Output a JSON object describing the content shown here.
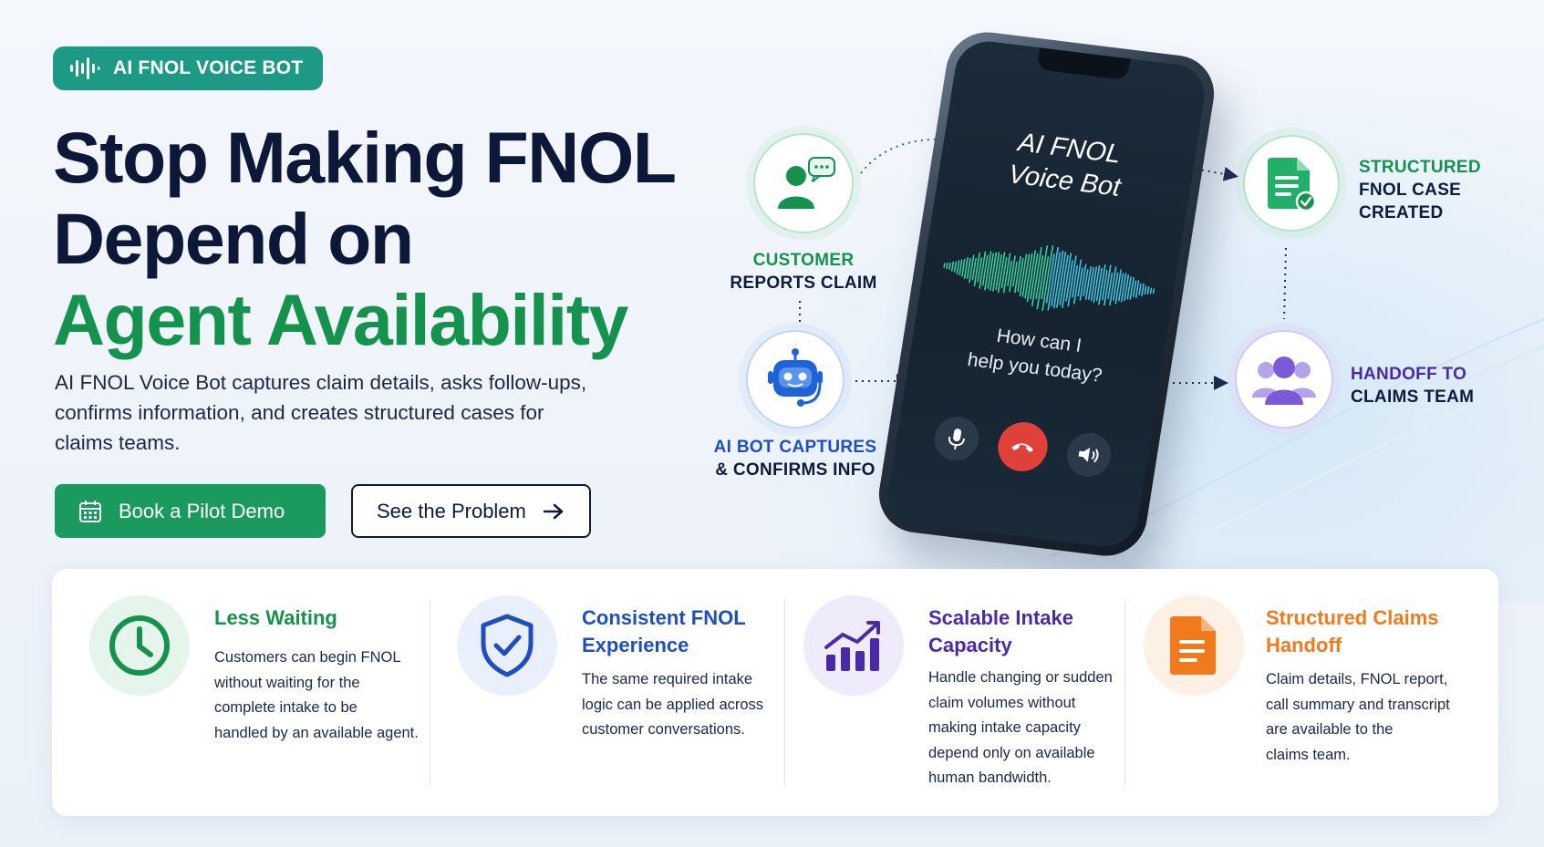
{
  "badge": {
    "label": "AI FNOL VOICE BOT",
    "icon": "voice-wave-icon"
  },
  "headline": {
    "line1": "Stop Making FNOL",
    "line2": "Depend on",
    "line3": "Agent Availability"
  },
  "subtext": {
    "line1": "AI FNOL Voice Bot captures claim details, asks follow-ups,",
    "line2": "confirms information, and creates structured cases for",
    "line3": "claims teams."
  },
  "buttons": {
    "primary_label": "Book a Pilot Demo",
    "primary_icon": "calendar-icon",
    "secondary_label": "See the Problem",
    "secondary_icon": "arrow-right-icon"
  },
  "phone": {
    "title_line1": "AI FNOL",
    "title_line2": "Voice Bot",
    "question_line1": "How can I",
    "question_line2": "help you today?"
  },
  "flow": {
    "customer": {
      "l1": "CUSTOMER",
      "l2": "REPORTS CLAIM",
      "icon": "customer-chat-icon"
    },
    "bot": {
      "l1": "AI BOT CAPTURES",
      "l2": "& CONFIRMS INFO",
      "icon": "robot-icon"
    },
    "structured": {
      "l1": "STRUCTURED",
      "l2": "FNOL CASE",
      "l3": "CREATED",
      "icon": "document-check-icon"
    },
    "handoff": {
      "l1": "HANDOFF TO",
      "l2": "CLAIMS TEAM",
      "icon": "team-icon"
    }
  },
  "features": [
    {
      "title": [
        "Less Waiting"
      ],
      "desc": [
        "Customers can begin FNOL",
        "without waiting for the",
        "complete intake to be",
        "handled by an available agent."
      ],
      "color": "#15924d",
      "icon": "clock-icon"
    },
    {
      "title": [
        "Consistent FNOL",
        "Experience"
      ],
      "desc": [
        "The same required intake",
        "logic can be applied across",
        "customer conversations."
      ],
      "color": "#1f4fbf",
      "icon": "shield-check-icon"
    },
    {
      "title": [
        "Scalable Intake",
        "Capacity"
      ],
      "desc": [
        "Handle changing or sudden",
        "claim volumes without",
        "making intake capacity",
        "depend only on available",
        "human bandwidth."
      ],
      "color": "#4b2aa8",
      "icon": "growth-chart-icon"
    },
    {
      "title": [
        "Structured Claims",
        "Handoff"
      ],
      "desc": [
        "Claim details, FNOL report,",
        "call summary and transcript",
        "are available to the",
        "claims team."
      ],
      "color": "#f07a1c",
      "icon": "document-icon"
    }
  ],
  "colors": {
    "teal": "#1d9a86",
    "green": "#15924d",
    "navy": "#0d1838",
    "blue": "#1f4fbf",
    "purple": "#4b2aa8",
    "orange": "#f07a1c",
    "end_call": "#e0403a"
  }
}
